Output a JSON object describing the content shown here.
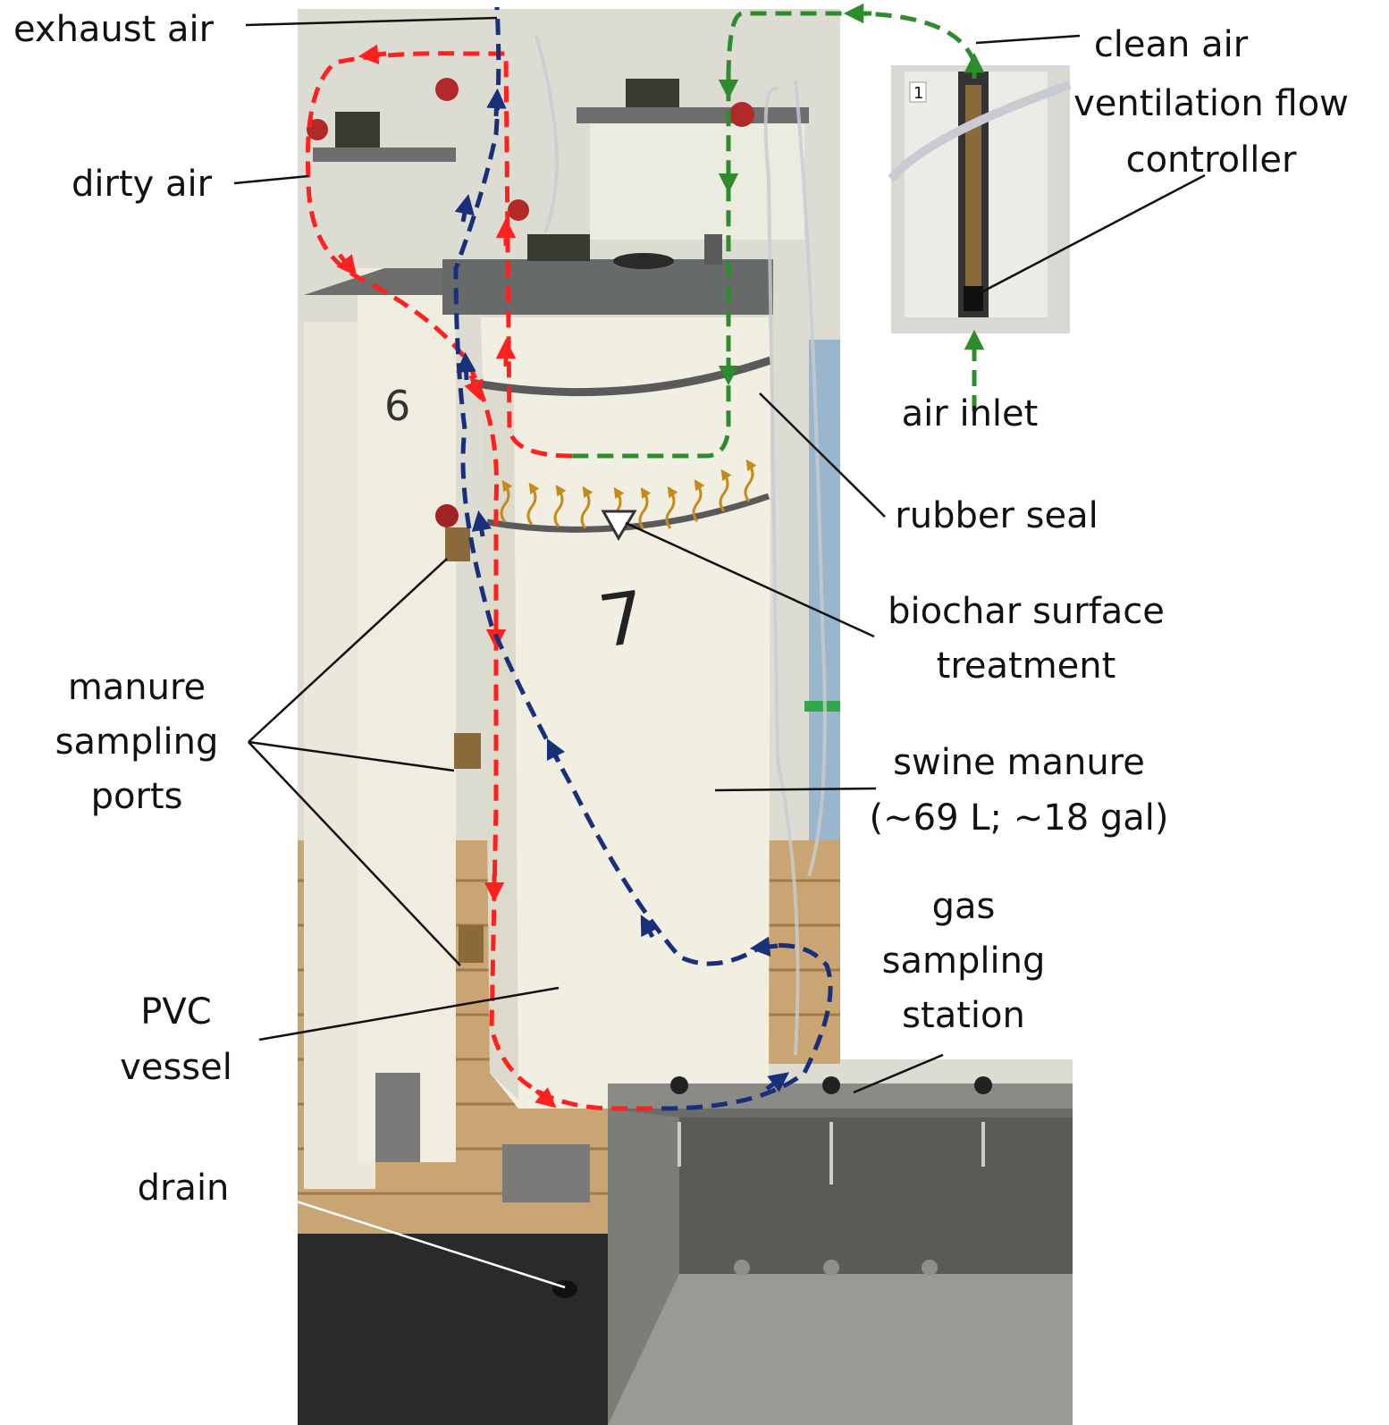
{
  "labels": {
    "exhaust_air": "exhaust air",
    "dirty_air": "dirty air",
    "clean_air_line1": "clean air",
    "clean_air_line2": "ventilation flow",
    "clean_air_line3": "controller",
    "air_inlet": "air inlet",
    "rubber_seal": "rubber seal",
    "biochar_line1": "biochar surface",
    "biochar_line2": "treatment",
    "manure_ports_line1": "manure",
    "manure_ports_line2": "sampling",
    "manure_ports_line3": "ports",
    "swine_line1": "swine manure",
    "swine_line2": "(~69 L; ~18 gal)",
    "gas_station_line1": "gas",
    "gas_station_line2": "sampling",
    "gas_station_line3": "station",
    "pvc_line1": "PVC",
    "pvc_line2": "vessel",
    "drain": "drain"
  },
  "photo_marks": {
    "vessel_number_left": "6",
    "vessel_number_main": "7",
    "flowmeter_number": "1"
  },
  "colors": {
    "exhaust_path": "#1a2f7a",
    "dirty_air_path": "#ff2020",
    "clean_air_path": "#2e8b2e",
    "gas_emission_arrows": "#c58a1a",
    "vessel": "#f1efe2",
    "bench": "#c9a574"
  }
}
